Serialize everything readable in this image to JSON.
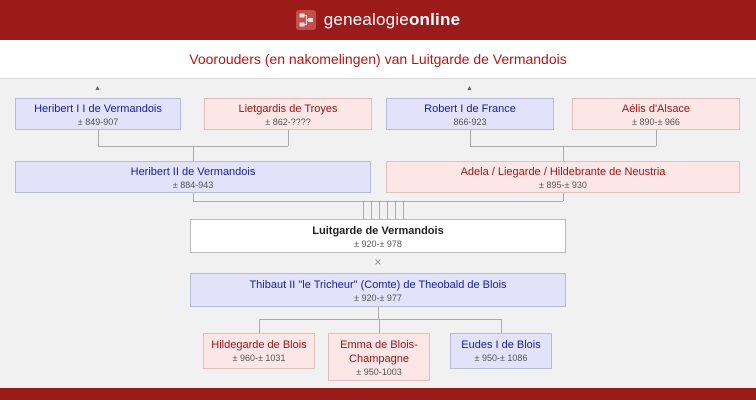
{
  "colors": {
    "brand": "#9b1b1b",
    "title_red": "#b01818",
    "male_box": "#e2e2fb",
    "female_box": "#fce6e6",
    "male_text": "#1c1c8f",
    "female_text": "#941616",
    "line": "#aaaaaa"
  },
  "icons": {
    "up_arrow": "▲"
  },
  "header": {
    "logo_prefix": "genealogie",
    "logo_suffix": "online"
  },
  "page": {
    "title": "Voorouders (en nakomelingen) van Luitgarde de Vermandois"
  },
  "tree": {
    "grandparents": [
      {
        "name": "Heribert I I de Vermandois",
        "dates": "± 849-907"
      },
      {
        "name": "Lietgardis de Troyes",
        "dates": "± 862-????"
      },
      {
        "name": "Robert I de France",
        "dates": "866-923"
      },
      {
        "name": "Aélis d'Alsace",
        "dates": "± 890-± 966"
      }
    ],
    "parents": [
      {
        "name": "Heribert II de Vermandois",
        "dates": "± 884-943"
      },
      {
        "name": "Adela / Liegarde / Hildebrante de Neustria",
        "dates": "± 895-± 930"
      }
    ],
    "subject": {
      "name": "Luitgarde de Vermandois",
      "dates": "± 920-± 978"
    },
    "marriage_symbol": "×",
    "spouse": {
      "name": "Thibaut II \"le Tricheur\" (Comte) de Theobald de Blois",
      "dates": "± 920-± 977"
    },
    "children": [
      {
        "name": "Hildegarde de Blois",
        "dates": "± 960-± 1031"
      },
      {
        "name": "Emma de Blois-Champagne",
        "dates": "± 950-1003"
      },
      {
        "name": "Eudes I de Blois",
        "dates": "± 950-± 1086"
      }
    ]
  }
}
